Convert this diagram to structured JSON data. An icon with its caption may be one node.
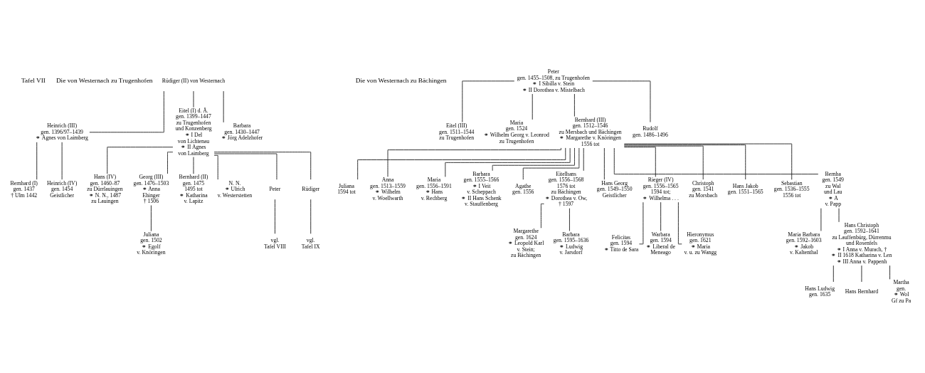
{
  "diagram": {
    "nodes": [
      {
        "text": [
          "Rüdiger (II) von Westernach"
        ]
      },
      {
        "text": [
          "Heinrich (III)",
          "gen. 1396/97–1439",
          "⚭ Agnes von Laimberg"
        ]
      },
      {
        "text": [
          "Eitel (I) d. Ä.",
          "gen. 1399–1447",
          "zu Trugenhofen",
          "und Konzenberg",
          "⚭ I Del",
          "von Lichtenau",
          "⚭ II Agnes",
          "von Laimberg"
        ]
      },
      {
        "text": [
          "Barbara",
          "gen. 1430–1447",
          "⚭ Jörg Adelzhofer"
        ]
      },
      {
        "text": [
          "Bernhard (I)",
          "gen. 1437",
          "† Ulm 1442"
        ]
      },
      {
        "text": [
          "Heinrich (IV)",
          "gen. 1454",
          "Geistlicher"
        ]
      },
      {
        "text": [
          "Hans (IV)",
          "gen. 1460–87",
          "zu Dürrlauingen",
          "⚭ N. N., 1487",
          "zu Lauingen"
        ]
      },
      {
        "text": [
          "Georg (III)",
          "gen. 1476–1503",
          "⚭ Anna",
          "Ehinger",
          "† 1506"
        ]
      },
      {
        "text": [
          "Bernhard (II)",
          "gen. 1475",
          "1495 tot",
          "⚭ Katharina",
          "v. Lapitz"
        ]
      },
      {
        "text": [
          "N. N.",
          "⚭ Ulrich",
          "v. Westerstetten"
        ]
      },
      {
        "text": [
          "Peter"
        ]
      },
      {
        "text": [
          "vgl.",
          "Tafel VIII"
        ]
      },
      {
        "text": [
          "Rüdiger"
        ]
      },
      {
        "text": [
          "vgl.",
          "Tafel IX"
        ]
      },
      {
        "text": [
          "Juliana",
          "gen. 1502",
          "⚭ Egolf",
          "v. Knöringen"
        ]
      },
      {
        "text": [
          "Peter",
          "gen. 1455–1508, zu Trugenhofen",
          "⚭ I Sibilla v. Stein",
          "⚭ II Dorothea v. Mistelbach"
        ]
      },
      {
        "text": [
          "Eitel (III)",
          "gen. 1511–1544",
          "zu Trugenhofen"
        ]
      },
      {
        "text": [
          "Maria",
          "gen. 1524",
          "⚭ Wilhelm Georg v. Leonrod",
          "zu Trugenhofen"
        ]
      },
      {
        "text": [
          "Bernhard (III)",
          "gen. 1512–1546",
          "zu Mersbach und Bächingen",
          "⚭ Margarethe v. Knöringen",
          "1556 tot"
        ]
      },
      {
        "text": [
          "Rudolf",
          "gen. 1486–1496"
        ]
      },
      {
        "text": [
          "Juliana",
          "1594 tot"
        ]
      },
      {
        "text": [
          "Anna",
          "gen. 1513–1559",
          "⚭ Wilhelm",
          "v. Woellwarth"
        ]
      },
      {
        "text": [
          "Maria",
          "gen. 1556–1591",
          "⚭ Hans",
          "v. Rechberg"
        ]
      },
      {
        "text": [
          "Barbara",
          "gen. 1555–1566",
          "⚭ I Veit",
          "v. Scheppach",
          "⚭ II Hans Schenk",
          "v. Stauffenberg"
        ]
      },
      {
        "text": [
          "Agathe",
          "gen. 1556"
        ]
      },
      {
        "text": [
          "Eitelhans",
          "gen. 1556–1568",
          "1576 tot",
          "zu Bächingen",
          "⚭ Dorothea v. Ow,",
          "† 1597"
        ]
      },
      {
        "text": [
          "Hans Georg",
          "gen. 1549–1550",
          "Geistlicher"
        ]
      },
      {
        "text": [
          "Rieger (IV)",
          "gen. 1556–1565",
          "1594 tot;",
          "⚭ Wilhelma . . ."
        ]
      },
      {
        "text": [
          "Christoph",
          "gen. 1541",
          "zu Morsbach"
        ]
      },
      {
        "text": [
          "Hans Jakob",
          "gen. 1551–1565"
        ]
      },
      {
        "text": [
          "Sebastian",
          "gen. 1536–1555",
          "1556 tot"
        ]
      },
      {
        "text": [
          "Bernha",
          "gen. 1549",
          "zu Wal",
          "und Lau",
          "⚭ A",
          "v. Papp"
        ]
      },
      {
        "text": [
          "Margarethe",
          "gen. 1624",
          "⚭ Leopold Karl",
          "v. Stein;",
          "zu Bächingen"
        ]
      },
      {
        "text": [
          "Barbara",
          "gen. 1595–1636",
          "⚭ Ludwig",
          "v. Jarsdorf"
        ]
      },
      {
        "text": [
          "Felicitas",
          "gen. 1594",
          "⚭ Titto de Sara"
        ]
      },
      {
        "text": [
          "Warbara",
          "gen. 1594",
          "⚭ Liberal de",
          "Meneago"
        ]
      },
      {
        "text": [
          "Hieronymus",
          "gen. 1621",
          "⚭ Maria",
          "v. u. zu Wangg"
        ]
      },
      {
        "text": [
          "Maria Barbara",
          "gen. 1592–1603",
          "⚭ Jakob",
          "v. Kaltenthal"
        ]
      },
      {
        "text": [
          "Hans Christoph",
          "gen. 1592–1641",
          "zu Lauffenbürg, Dürrenmu",
          "und Rosenfels",
          "⚭ I Anna v. Murach, †",
          "⚭ II 1618 Katharina v. Len",
          "⚭ III Anna v. Pappenh"
        ]
      },
      {
        "text": [
          "Hans Ludwig",
          "gen. 1635"
        ]
      },
      {
        "text": [
          "Hans Bernhard"
        ]
      },
      {
        "text": [
          "Martha",
          "gen.",
          "⚭ Wol",
          "Gf zu Pa"
        ]
      }
    ],
    "edges": [
      {
        "from": 0,
        "to": 1,
        "arrow": "none"
      },
      {
        "from": 0,
        "to": 2,
        "arrow": "none"
      },
      {
        "from": 0,
        "to": 3,
        "arrow": "none"
      },
      {
        "from": 1,
        "to": 4,
        "arrow": "none"
      },
      {
        "from": 1,
        "to": 5,
        "arrow": "none"
      },
      {
        "from": 2,
        "to": 6,
        "arrow": "none"
      },
      {
        "from": 2,
        "to": 7,
        "arrow": "none"
      },
      {
        "from": 2,
        "to": 8,
        "arrow": "none"
      },
      {
        "from": 2,
        "to": 9,
        "arrow": "none"
      },
      {
        "from": 2,
        "to": 10,
        "arrow": "none"
      },
      {
        "from": 2,
        "to": 12,
        "arrow": "none"
      },
      {
        "from": 10,
        "to": 11,
        "arrow": "none"
      },
      {
        "from": 12,
        "to": 13,
        "arrow": "none"
      },
      {
        "from": 7,
        "to": 14,
        "arrow": "none"
      },
      {
        "from": 15,
        "to": 16,
        "arrow": "none"
      },
      {
        "from": 15,
        "to": 17,
        "arrow": "none"
      },
      {
        "from": 15,
        "to": 18,
        "arrow": "none"
      },
      {
        "from": 15,
        "to": 19,
        "arrow": "none"
      },
      {
        "from": 18,
        "to": 20,
        "arrow": "none"
      },
      {
        "from": 18,
        "to": 21,
        "arrow": "none"
      },
      {
        "from": 18,
        "to": 22,
        "arrow": "none"
      },
      {
        "from": 18,
        "to": 23,
        "arrow": "none"
      },
      {
        "from": 18,
        "to": 24,
        "arrow": "none"
      },
      {
        "from": 18,
        "to": 25,
        "arrow": "none"
      },
      {
        "from": 18,
        "to": 26,
        "arrow": "none"
      },
      {
        "from": 18,
        "to": 27,
        "arrow": "none"
      },
      {
        "from": 18,
        "to": 28,
        "arrow": "none"
      },
      {
        "from": 18,
        "to": 29,
        "arrow": "none"
      },
      {
        "from": 18,
        "to": 30,
        "arrow": "none"
      },
      {
        "from": 18,
        "to": 31,
        "arrow": "none"
      },
      {
        "from": 25,
        "to": 32,
        "arrow": "none"
      },
      {
        "from": 25,
        "to": 33,
        "arrow": "none"
      },
      {
        "from": 27,
        "to": 34,
        "arrow": "none"
      },
      {
        "from": 27,
        "to": 35,
        "arrow": "none"
      },
      {
        "from": 27,
        "to": 36,
        "arrow": "none"
      },
      {
        "from": 31,
        "to": 37,
        "arrow": "none"
      },
      {
        "from": 31,
        "to": 38,
        "arrow": "none"
      },
      {
        "from": 38,
        "to": 39,
        "arrow": "none"
      },
      {
        "from": 38,
        "to": 40,
        "arrow": "none"
      },
      {
        "from": 38,
        "to": 41,
        "arrow": "none"
      }
    ],
    "labels": [
      "Tafel VII",
      "Die von Westernach zu Trugenhofen",
      "Die von Westernach zu Bächingen"
    ]
  }
}
